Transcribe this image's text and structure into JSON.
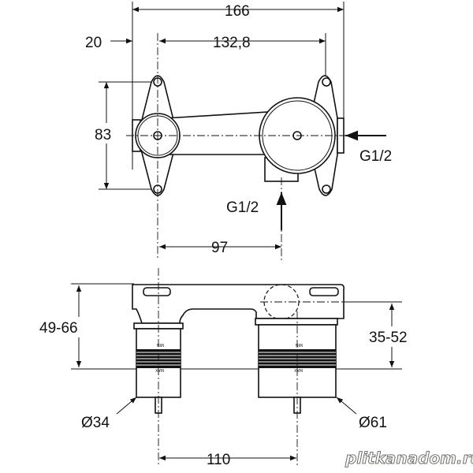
{
  "top_view": {
    "dim_total_width": "166",
    "dim_offset": "20",
    "dim_hole_spacing": "132,8",
    "dim_hole_height": "83",
    "inlet_side": "G1/2",
    "inlet_bottom": "G1/2",
    "dim_center_spacing": "97"
  },
  "side_view": {
    "dim_left_depth": "49-66",
    "dim_right_depth": "35-52",
    "dim_left_diameter": "Ø34",
    "dim_right_diameter": "Ø61",
    "dim_bottom_spacing": "110",
    "min_label": "MIN",
    "max_label": "MAX"
  },
  "watermark": "plitkanadom.ru"
}
